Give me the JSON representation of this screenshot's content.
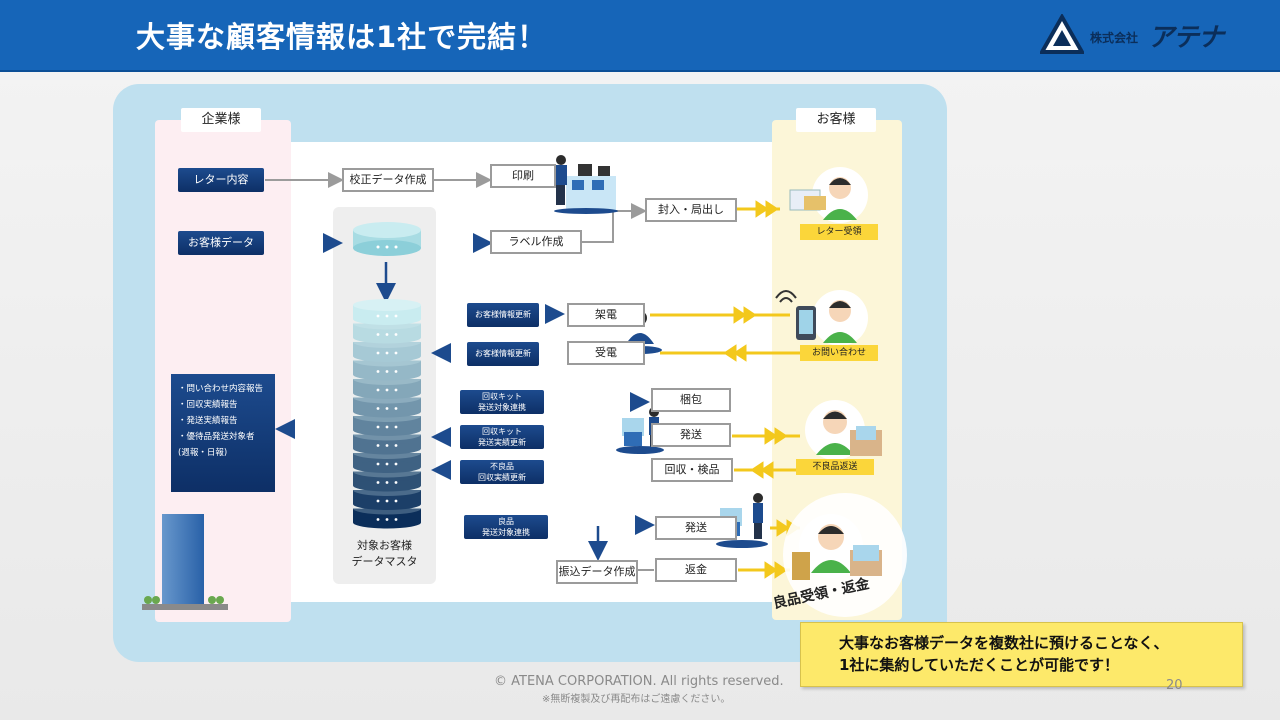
{
  "header": {
    "title": "大事な顧客情報は1社で完結！",
    "logo_small": "株式会社",
    "logo_big": "アテナ"
  },
  "lanes": {
    "company": "企業様",
    "customer": "お客様"
  },
  "company_items": {
    "letter": "レター内容",
    "customer_data": "お客様データ"
  },
  "report": {
    "items": [
      "・問い合わせ内容報告",
      "・回収実績報告",
      "・発送実績報告",
      "・優待品発送対象者"
    ],
    "note": "(週報・日報)"
  },
  "database": {
    "caption_line1": "対象お客様",
    "caption_line2": "データマスタ"
  },
  "process_boxes": {
    "proof": "校正データ作成",
    "print": "印刷",
    "enclose": "封入・局出し",
    "label": "ラベル作成",
    "call_out": "架電",
    "call_in": "受電",
    "pack": "梱包",
    "ship1": "発送",
    "collect": "回収・検品",
    "ship2": "発送",
    "refund": "返金",
    "transfer": "振込データ作成"
  },
  "sync_tags": {
    "update1": "お客様情報更新",
    "update2": "お客様情報更新",
    "kit_target": [
      "回収キット",
      "発送対象連携"
    ],
    "kit_result": [
      "回収キット",
      "発送実績更新"
    ],
    "defect_result": [
      "不良品",
      "回収実績更新"
    ],
    "good_target": [
      "良品",
      "発送対象連携"
    ]
  },
  "customer_labels": {
    "letter": "レター受領",
    "inquiry": "お問い合わせ",
    "defect_return": "不良品返送",
    "good_receive": "良品受領・返金"
  },
  "note": {
    "line1": "大事なお客様データを複数社に預けることなく、",
    "line2": "1社に集約していただくことが可能です！"
  },
  "footer": {
    "copyright": "© ATENA CORPORATION. All rights reserved.",
    "notice": "※無断複製及び再配布はご遠慮ください。",
    "page": "20"
  },
  "colors": {
    "header_blue": "#1665b8",
    "navy": "#0d2f66",
    "yellow": "#fbd63a",
    "panel": "#bfe0ef"
  }
}
